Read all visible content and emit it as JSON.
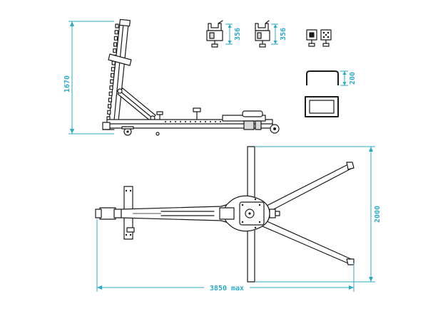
{
  "dimensions": {
    "height_side": "1670",
    "clamp_a": "356",
    "clamp_b": "356",
    "bracket": "200",
    "width_top": "2000",
    "length_top": "3850 max"
  },
  "colors": {
    "line": "#1a1a1a",
    "dimension": "#2aa9c9"
  }
}
